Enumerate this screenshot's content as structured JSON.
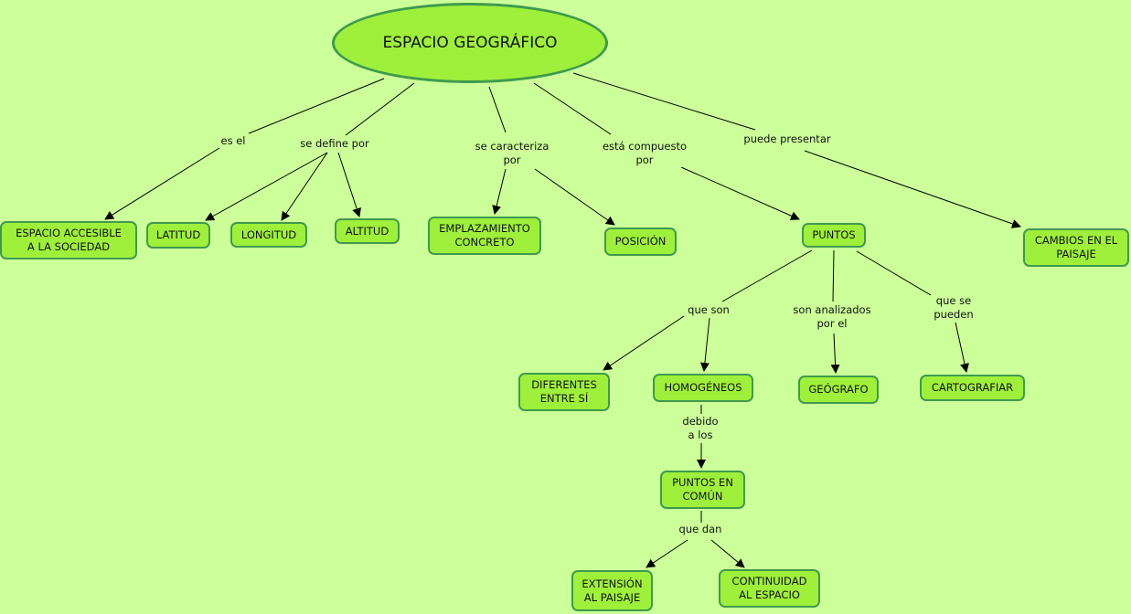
{
  "root": "ESPACIO GEOGRÁFICO",
  "nodes": {
    "accesible": "ESPACIO ACCESIBLE\nA LA SOCIEDAD",
    "latitud": "LATITUD",
    "longitud": "LONGITUD",
    "altitud": "ALTITUD",
    "emplazamiento": "EMPLAZAMIENTO\nCONCRETO",
    "posicion": "POSICIÓN",
    "puntos": "PUNTOS",
    "cambios": "CAMBIOS EN EL\nPAISAJE",
    "diferentes": "DIFERENTES\nENTRE SÍ",
    "homogeneos": "HOMOGÉNEOS",
    "geografo": "GEÓGRAFO",
    "cartografiar": "CARTOGRAFIAR",
    "comun": "PUNTOS EN\nCOMÚN",
    "extension": "EXTENSIÓN\nAL PAISAJE",
    "continuidad": "CONTINUIDAD\nAL ESPACIO"
  },
  "links": {
    "es_el": "es el",
    "se_define": "se define por",
    "caracteriza": "se caracteriza\npor",
    "compuesto": "está compuesto\npor",
    "presentar": "puede presentar",
    "que_son": "que son",
    "analizados": "son analizados\npor el",
    "pueden": "que se\npueden",
    "debido": "debido\na los",
    "que_dan": "que dan"
  },
  "colors": {
    "background": "#ccff99",
    "node_fill": "#9ef03a",
    "node_border": "#3f9a4e"
  }
}
